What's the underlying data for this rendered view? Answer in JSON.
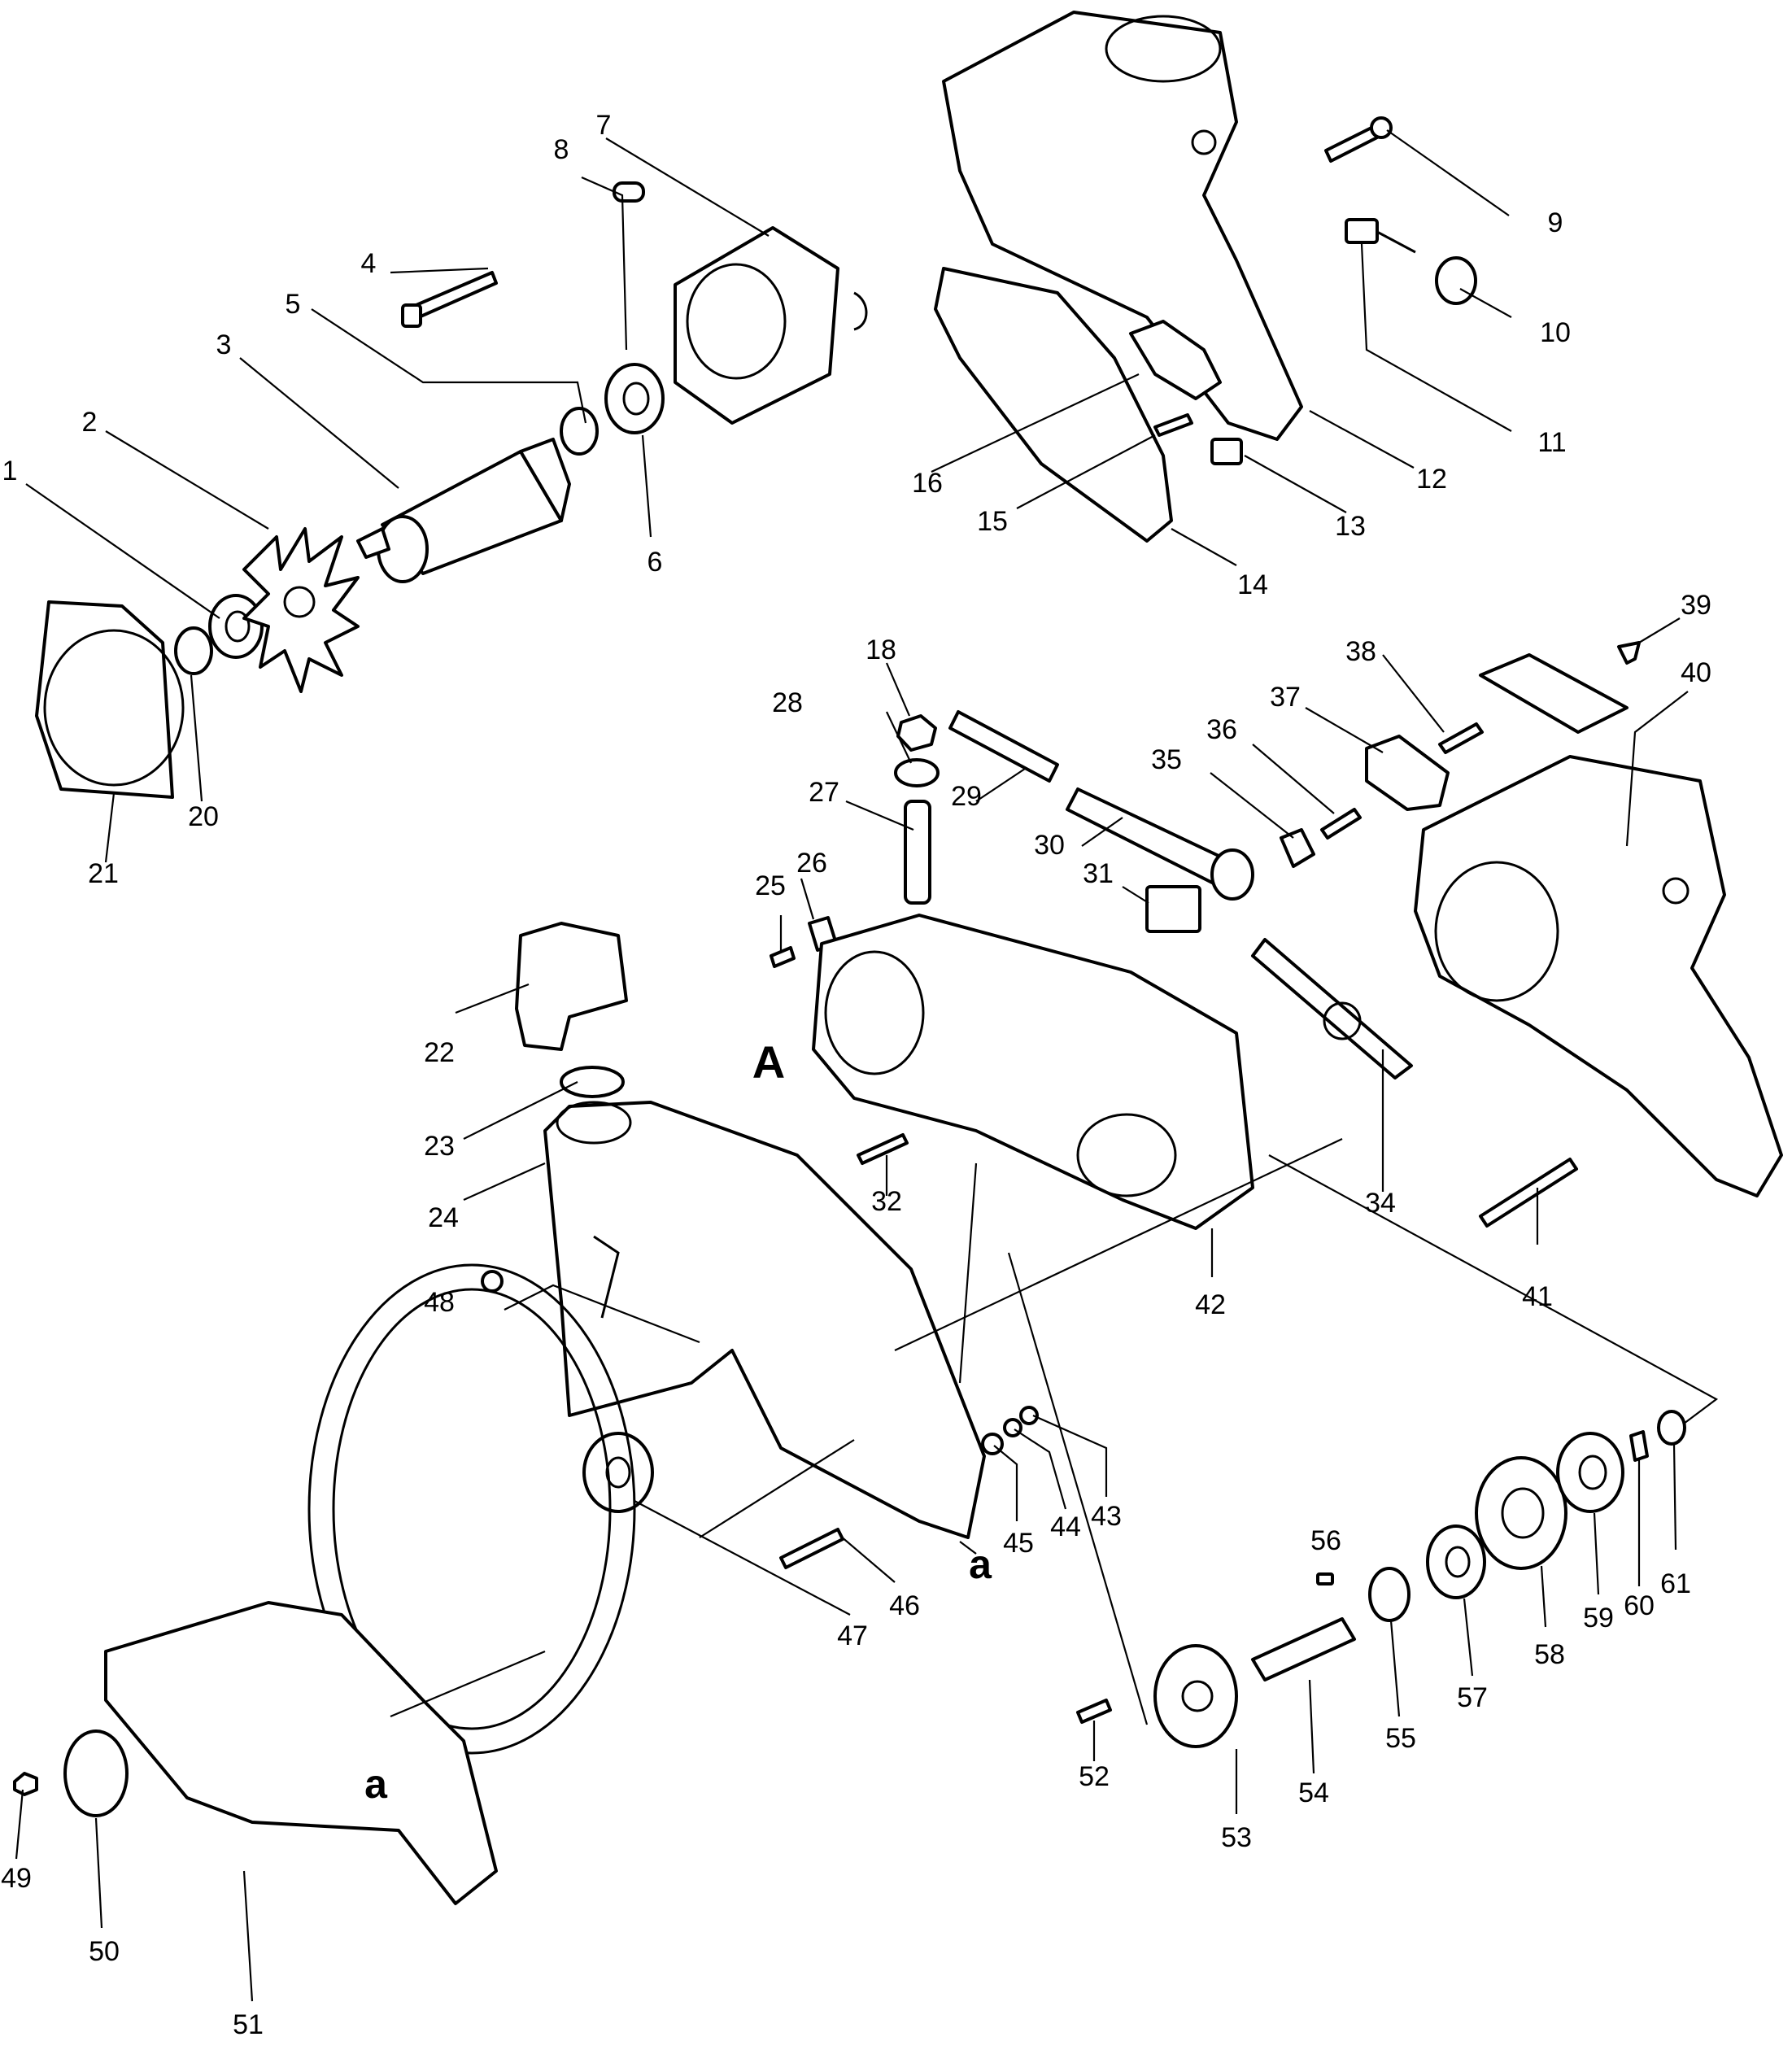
{
  "diagram": {
    "type": "exploded parts diagram",
    "line_color": "#000000",
    "background": "#ffffff",
    "markers": [
      {
        "id": "A",
        "text": "A"
      },
      {
        "id": "a1",
        "text": "a"
      },
      {
        "id": "a2",
        "text": "a"
      }
    ],
    "part_numbers": [
      "1",
      "2",
      "3",
      "4",
      "5",
      "6",
      "7",
      "8",
      "9",
      "10",
      "11",
      "12",
      "13",
      "14",
      "15",
      "16",
      "18",
      "20",
      "21",
      "22",
      "23",
      "24",
      "25",
      "26",
      "27",
      "28",
      "29",
      "30",
      "31",
      "32",
      "34",
      "35",
      "36",
      "37",
      "38",
      "39",
      "40",
      "41",
      "42",
      "43",
      "44",
      "45",
      "46",
      "47",
      "48",
      "49",
      "50",
      "51",
      "52",
      "53",
      "54",
      "55",
      "56",
      "57",
      "58",
      "59",
      "60",
      "61"
    ]
  }
}
